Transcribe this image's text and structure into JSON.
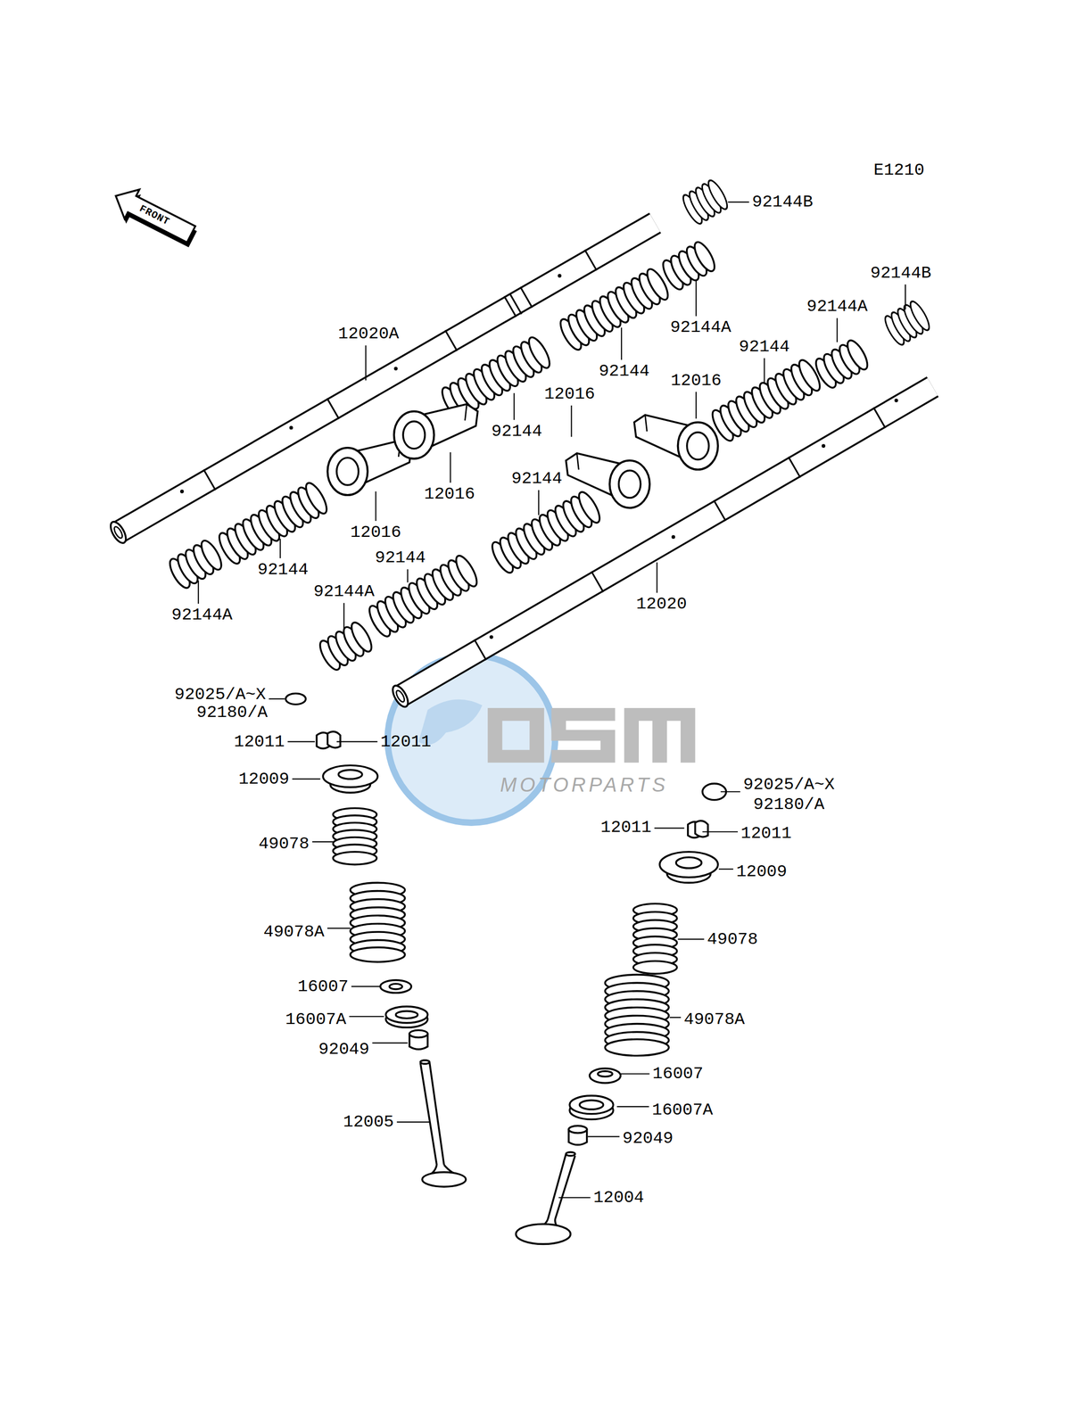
{
  "diagram": {
    "labels": [
      "E1210",
      "FRONT",
      "92144B",
      "92144B",
      "92144A",
      "92144A",
      "12020A",
      "92144",
      "92144",
      "12016",
      "12016",
      "92144",
      "12016",
      "92144",
      "12016",
      "92144",
      "92144",
      "92144A",
      "92144A",
      "12020",
      "92025/A~X",
      "92180/A",
      "12011",
      "12011",
      "12009",
      "92025/A~X",
      "92180/A",
      "12011",
      "12011",
      "12009",
      "49078",
      "49078A",
      "49078",
      "49078A",
      "16007",
      "16007A",
      "92049",
      "16007",
      "16007A",
      "92049",
      "12005",
      "12004",
      "MOTORPARTS"
    ]
  }
}
